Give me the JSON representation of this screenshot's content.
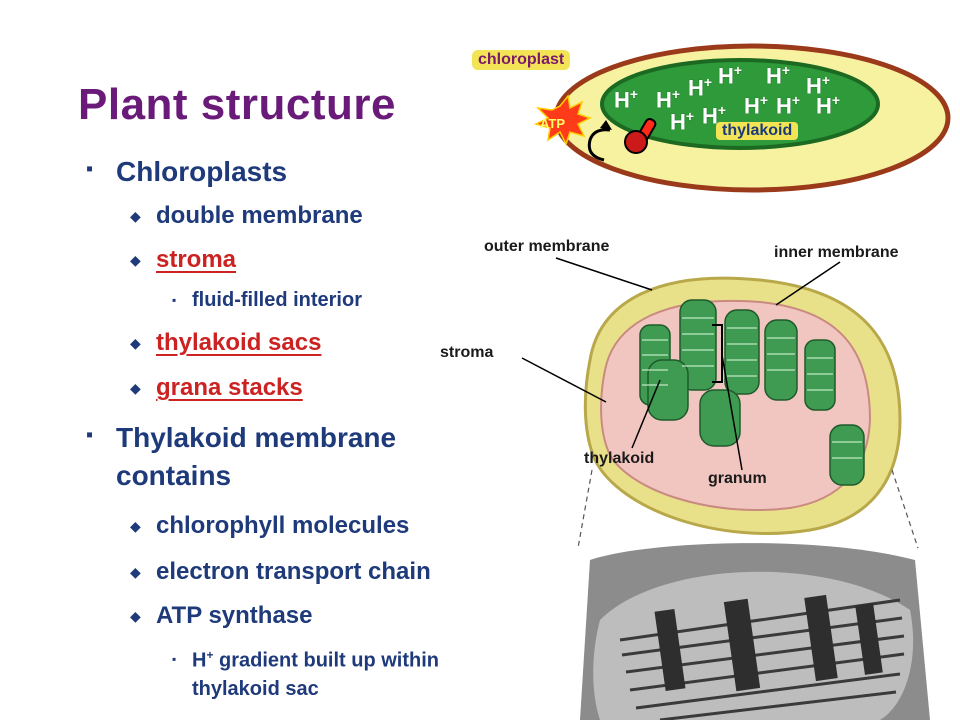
{
  "slide": {
    "title": "Plant structure",
    "bullets": [
      {
        "text": "Chloroplasts"
      },
      {
        "text": "double membrane"
      },
      {
        "text": "stroma"
      },
      {
        "text": "fluid-filled interior"
      },
      {
        "text": "thylakoid sacs"
      },
      {
        "text": "grana stacks"
      },
      {
        "text": "Thylakoid membrane"
      },
      {
        "text": "contains"
      },
      {
        "text": "chlorophyll molecules"
      },
      {
        "text": "electron transport chain"
      },
      {
        "text": "ATP synthase"
      },
      {
        "text": "H",
        "sup": "+",
        "rest": " gradient built up within"
      },
      {
        "text": "thylakoid sac"
      }
    ]
  },
  "inset": {
    "chloroplast_label": "chloroplast",
    "thylakoid_label": "thylakoid",
    "atp_label": "ATP",
    "ion": "H",
    "ion_charge": "+"
  },
  "diagram_labels": {
    "outer_membrane": "outer membrane",
    "inner_membrane": "inner membrane",
    "stroma": "stroma",
    "thylakoid": "thylakoid",
    "granum": "granum"
  },
  "colors": {
    "title": "#6a1b7a",
    "bullet_text": "#1e3a7a",
    "link_red": "#cc2222",
    "chloroplast_fill": "#f6f2a0",
    "chloroplast_border": "#9a3a1a",
    "thylakoid_green": "#2e9a3a",
    "tag_yellow": "#f3e455"
  }
}
